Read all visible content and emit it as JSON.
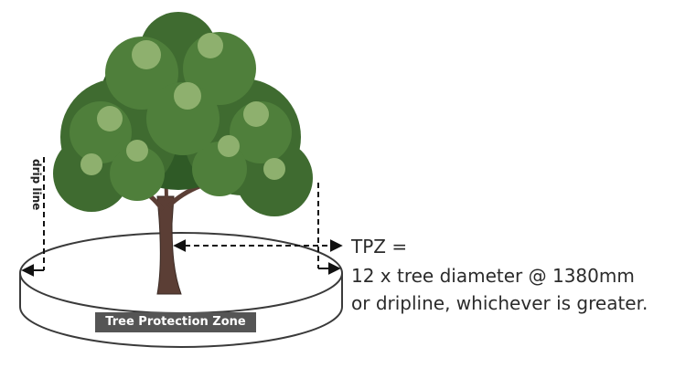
{
  "labels": {
    "drip_line": "drip line",
    "zone": "Tree Protection Zone",
    "tpz_line1": "TPZ =",
    "tpz_line2": "12  x tree diameter @ 1380mm",
    "tpz_line3": "or dripline, whichever is greater."
  },
  "colors": {
    "outline": "#3a3a3a",
    "leaf_dark": "#2f5a26",
    "leaf_mid": "#4f7f3b",
    "leaf_light": "#8eb06e",
    "trunk": "#5b3e35",
    "label_bg": "#555555",
    "text": "#2b2b2b"
  }
}
